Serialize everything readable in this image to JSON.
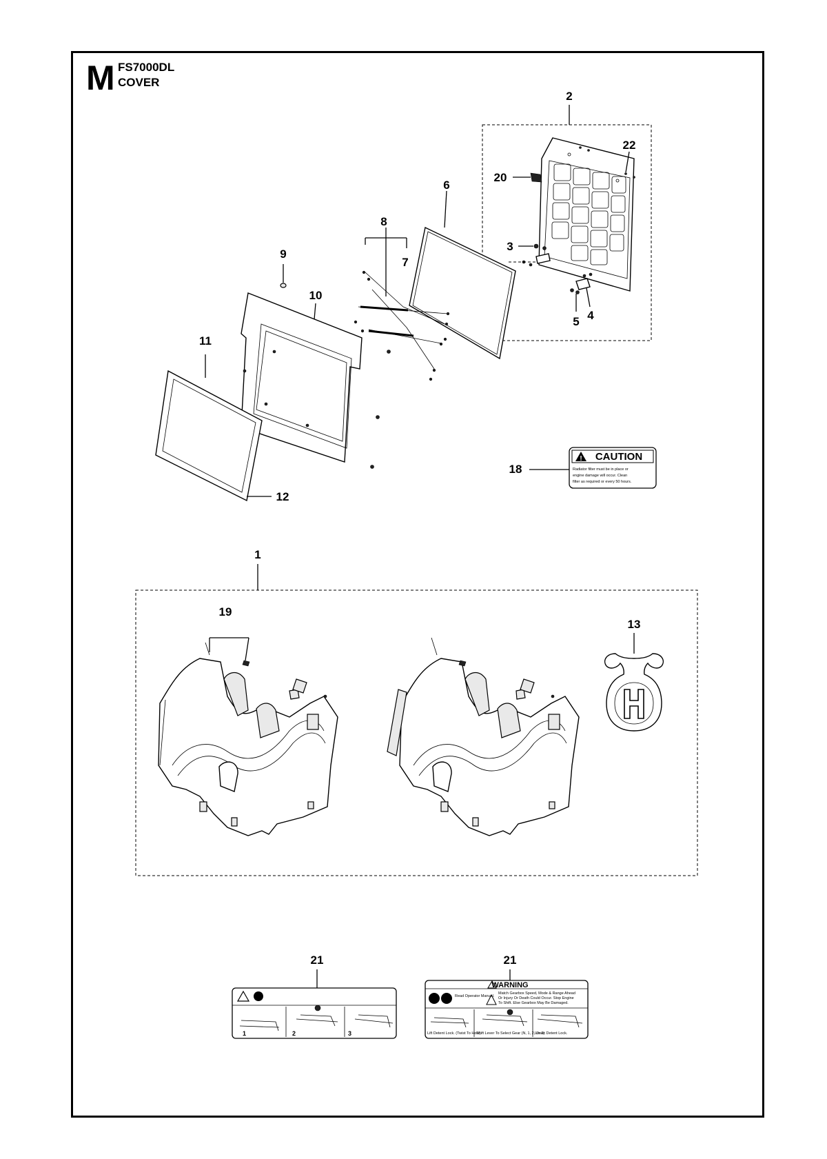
{
  "header": {
    "section_letter": "M",
    "model": "FS7000DL",
    "title": "COVER"
  },
  "callouts": {
    "p1": "1",
    "p2": "2",
    "p3": "3",
    "p4": "4",
    "p5": "5",
    "p6": "6",
    "p7": "7",
    "p8": "8",
    "p9": "9",
    "p10": "10",
    "p11": "11",
    "p12": "12",
    "p13": "13",
    "p18": "18",
    "p19": "19",
    "p20": "20",
    "p21a": "21",
    "p21b": "21",
    "p22": "22"
  },
  "caution_label": {
    "heading": "CAUTION",
    "line1": "Radiator filter must be in place or",
    "line2": "engine damage will occur. Clean",
    "line3": "filter as required or every 50 hours."
  },
  "warning_label": {
    "heading": "WARNING",
    "read_manual": "Read Operator Manual.",
    "text1": "Match Gearbox Speed, Mode & Range Ahead",
    "text2": "Or Injury Or Death Could Occur. Stop Engine",
    "text3": "To Shift. Else Gearbox May Be Damaged.",
    "step1": "Lift Detent Lock. (Twist To Hold)",
    "step2": "Shift Lever To Select Gear (N, 1, 2, Or 3).",
    "step3": "Lower Detent Lock."
  },
  "pictogram_label": {
    "step1": "1",
    "step2": "2",
    "step3": "3"
  },
  "logo": {
    "letter": "H"
  }
}
